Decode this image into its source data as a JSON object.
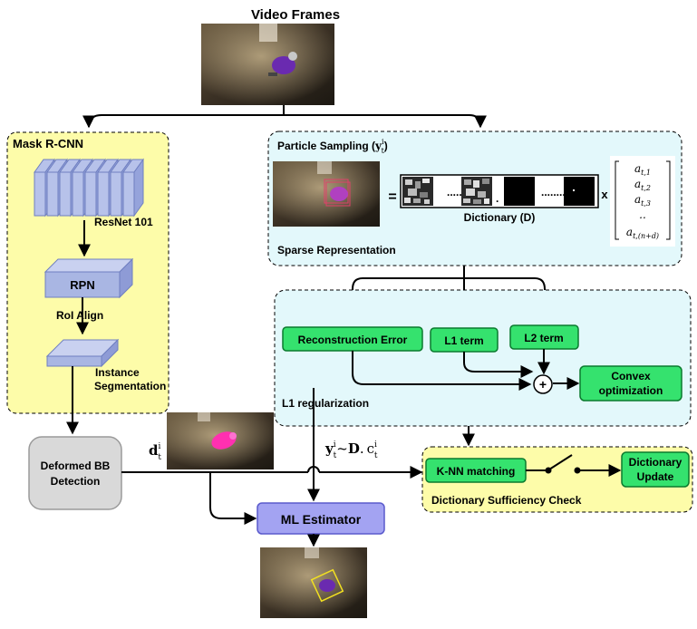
{
  "title": "Video Frames",
  "mask_rcnn": {
    "title": "Mask R-CNN",
    "resnet": "ResNet 101",
    "rpn": "RPN",
    "roi_align": "RoI Align",
    "instance_line1": "Instance",
    "instance_line2": "Segmentation"
  },
  "particle": {
    "title": "Particle Sampling (",
    "title_sym_base": "y",
    "title_sym_sup": "i",
    "title_sym_sub": "t",
    "title_close": ")",
    "equals": "=",
    "times": "x",
    "dictionary": "Dictionary (D)",
    "sparse": "Sparse Representation",
    "vector": [
      {
        "base": "a",
        "sub": "t,1"
      },
      {
        "base": "a",
        "sub": "t,2"
      },
      {
        "base": "a",
        "sub": "t,3"
      },
      {
        "base": "..",
        "sub": ""
      },
      {
        "base": "a",
        "sub": "t,(n+d)"
      }
    ]
  },
  "l1": {
    "reconstruction": "Reconstruction Error",
    "l1_term": "L1 term",
    "l2_term": "L2 term",
    "plus": "+",
    "convex_line1": "Convex",
    "convex_line2": "optimization",
    "label": "L1 regularization"
  },
  "deformed": {
    "line1": "Deformed BB",
    "line2": "Detection",
    "symbol_base": "d",
    "symbol_sup": "i",
    "symbol_sub": "t"
  },
  "equation": {
    "y": "y",
    "y_sup": "i",
    "y_sub": "t",
    "tilde": "~",
    "D": "D",
    "dot": ".",
    "c": "c",
    "c_sup": "i",
    "c_sub": "t"
  },
  "ml_estimator": "ML Estimator",
  "dictionary_check": {
    "knn": "K-NN matching",
    "update_line1": "Dictionary",
    "update_line2": "Update",
    "label": "Dictionary Sufficiency Check"
  },
  "colors": {
    "yellow_panel": "#fdfca9",
    "cyan_panel": "#e3f8fb",
    "green_box": "#35e26e",
    "blue_box": "#a9b6e3",
    "ml_box": "#a3a3f2",
    "gray_box": "#d9d9d9"
  }
}
